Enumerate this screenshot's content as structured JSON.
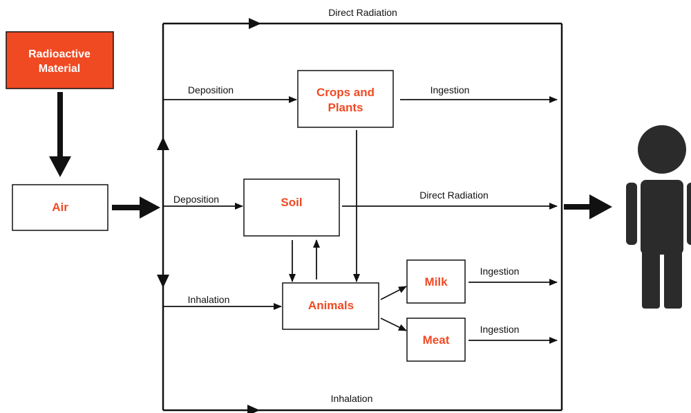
{
  "nodes": {
    "source": [
      "Radioactive",
      "Material"
    ],
    "air": "Air",
    "crops": [
      "Crops and",
      "Plants"
    ],
    "soil": "Soil",
    "animals": "Animals",
    "milk": "Milk",
    "meat": "Meat"
  },
  "edges": {
    "direct_radiation_top": "Direct Radiation",
    "deposition_crops": "Deposition",
    "ingestion_crops": "Ingestion",
    "deposition_soil": "Deposition",
    "direct_radiation_soil": "Direct Radiation",
    "ingestion_milk": "Ingestion",
    "inhalation_animals": "Inhalation",
    "ingestion_meat": "Ingestion",
    "inhalation_bottom": "Inhalation"
  },
  "colors": {
    "source_fill": "#f04a23",
    "node_label": "#f04a23",
    "line": "#111111",
    "person": "#2b2b2b"
  },
  "icons": {
    "person": "person-icon"
  }
}
